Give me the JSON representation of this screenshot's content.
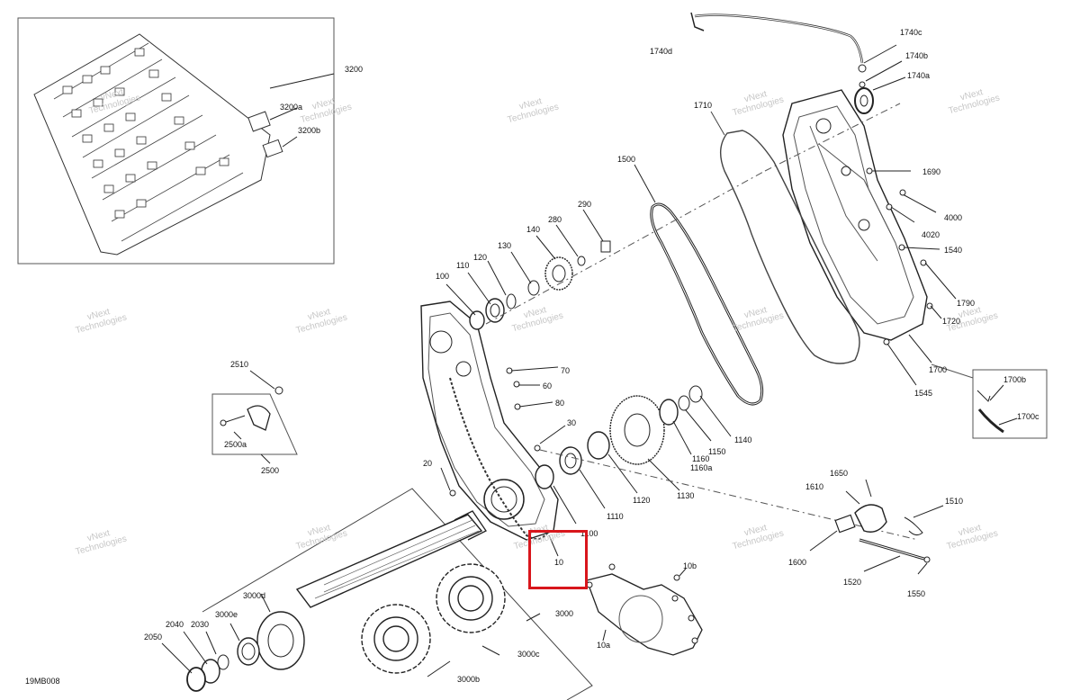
{
  "diagram_code": "19MB008",
  "watermark": {
    "line1": "vNext",
    "line2": "Technologies",
    "combined": "vNext Technologies"
  },
  "colors": {
    "line": "#222222",
    "highlight": "#d8161c",
    "watermark": "#c6c6c6"
  },
  "labels": [
    {
      "id": "3200",
      "text": "3200"
    },
    {
      "id": "3200a",
      "text": "3200a"
    },
    {
      "id": "3200b",
      "text": "3200b"
    },
    {
      "id": "1740d",
      "text": "1740d"
    },
    {
      "id": "1740c",
      "text": "1740c"
    },
    {
      "id": "1740b",
      "text": "1740b"
    },
    {
      "id": "1740a",
      "text": "1740a"
    },
    {
      "id": "1710",
      "text": "1710"
    },
    {
      "id": "1500",
      "text": "1500"
    },
    {
      "id": "1690",
      "text": "1690"
    },
    {
      "id": "4000",
      "text": "4000"
    },
    {
      "id": "4020",
      "text": "4020"
    },
    {
      "id": "1540",
      "text": "1540"
    },
    {
      "id": "1790",
      "text": "1790"
    },
    {
      "id": "1720",
      "text": "1720"
    },
    {
      "id": "1545",
      "text": "1545"
    },
    {
      "id": "1700",
      "text": "1700"
    },
    {
      "id": "1700b",
      "text": "1700b"
    },
    {
      "id": "1700c",
      "text": "1700c"
    },
    {
      "id": "290",
      "text": "290"
    },
    {
      "id": "280",
      "text": "280"
    },
    {
      "id": "140",
      "text": "140"
    },
    {
      "id": "130",
      "text": "130"
    },
    {
      "id": "120",
      "text": "120"
    },
    {
      "id": "110",
      "text": "110"
    },
    {
      "id": "100",
      "text": "100"
    },
    {
      "id": "70",
      "text": "70"
    },
    {
      "id": "60",
      "text": "60"
    },
    {
      "id": "80",
      "text": "80"
    },
    {
      "id": "30",
      "text": "30"
    },
    {
      "id": "20",
      "text": "20"
    },
    {
      "id": "2510",
      "text": "2510"
    },
    {
      "id": "2500a",
      "text": "2500a"
    },
    {
      "id": "2500",
      "text": "2500"
    },
    {
      "id": "1140",
      "text": "1140"
    },
    {
      "id": "1150",
      "text": "1150"
    },
    {
      "id": "1160",
      "text": "1160"
    },
    {
      "id": "1160a",
      "text": "1160a"
    },
    {
      "id": "1130",
      "text": "1130"
    },
    {
      "id": "1120",
      "text": "1120"
    },
    {
      "id": "1110",
      "text": "1110"
    },
    {
      "id": "1100",
      "text": "1100"
    },
    {
      "id": "10",
      "text": "10"
    },
    {
      "id": "10b",
      "text": "10b"
    },
    {
      "id": "10a",
      "text": "10a"
    },
    {
      "id": "1650",
      "text": "1650"
    },
    {
      "id": "1610",
      "text": "1610"
    },
    {
      "id": "1510",
      "text": "1510"
    },
    {
      "id": "1600",
      "text": "1600"
    },
    {
      "id": "1520",
      "text": "1520"
    },
    {
      "id": "1550",
      "text": "1550"
    },
    {
      "id": "3000d",
      "text": "3000d"
    },
    {
      "id": "3000e",
      "text": "3000e"
    },
    {
      "id": "3000",
      "text": "3000"
    },
    {
      "id": "3000c",
      "text": "3000c"
    },
    {
      "id": "3000b",
      "text": "3000b"
    },
    {
      "id": "2040",
      "text": "2040"
    },
    {
      "id": "2030",
      "text": "2030"
    },
    {
      "id": "2050",
      "text": "2050"
    }
  ]
}
